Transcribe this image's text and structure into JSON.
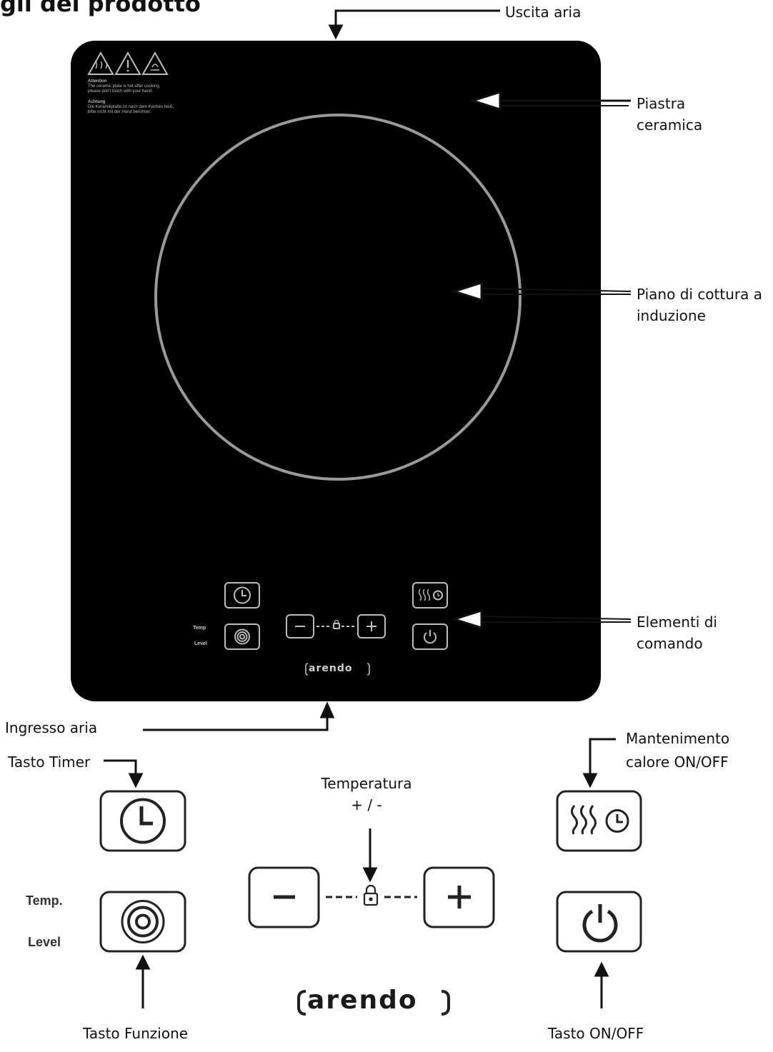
{
  "page": {
    "title": "gli del prodotto"
  },
  "labels": {
    "air_outlet": "Uscita aria",
    "ceramic_plate_line1": "Piastra",
    "ceramic_plate_line2": "ceramica",
    "induction_hob_line1": "Piano di cottura a",
    "induction_hob_line2": "induzione",
    "controls_line1": "Elementi di",
    "controls_line2": "comando",
    "air_inlet": "Ingresso aria",
    "timer_key": "Tasto Timer",
    "keep_warm_line1": "Mantenimento",
    "keep_warm_line2": "calore ON/OFF",
    "temperature_line1": "Temperatura",
    "temperature_line2": "+ / -",
    "function_key": "Tasto Funzione",
    "on_off_key": "Tasto ON/OFF"
  },
  "panel": {
    "temp_label": "Temp.",
    "level_label": "Level",
    "small_temp_label": "Temp",
    "small_level_label": "Level",
    "warning_line1": "Attention",
    "warning_line2": "The ceramic plate is hot after cooking,",
    "warning_line3": "please don't touch with your hand.",
    "warning_line4": "Achtung",
    "warning_line5": "Die Keramikplatte ist nach dem Kochen heiß,",
    "warning_line6": "bitte nicht mit der Hand berühren."
  },
  "brand": {
    "name": "arendo"
  },
  "icons": {
    "timer": "clock-icon",
    "function": "concentric-circles-icon",
    "minus": "minus-icon",
    "plus": "plus-icon",
    "lock": "lock-icon",
    "keep_warm": "steam-clock-icon",
    "power": "power-icon",
    "warning": "warning-triangle-icon"
  },
  "colors": {
    "hob_body": "#000000",
    "ring": "#9a9a9a",
    "annotation": "#111111",
    "page": "#ffffff"
  }
}
